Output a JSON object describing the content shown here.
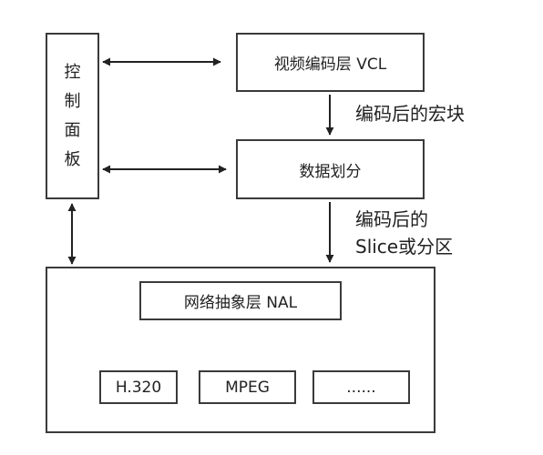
{
  "nodes": {
    "control_panel": [
      "控",
      "制",
      "面",
      "板"
    ],
    "vcl_layer": "视频编码层 VCL",
    "data_partition": "数据划分",
    "nal_layer": "网络抽象层 NAL",
    "formats": [
      "H.320",
      "MPEG",
      "......"
    ]
  },
  "edges": {
    "vcl_to_partition_label": "编码后的宏块",
    "partition_to_nal_label_line1": "编码后的",
    "partition_to_nal_label_line2": "Slice或分区"
  },
  "colors": {
    "stroke": "#3a3a3a",
    "text": "#222222",
    "background": "#ffffff"
  }
}
